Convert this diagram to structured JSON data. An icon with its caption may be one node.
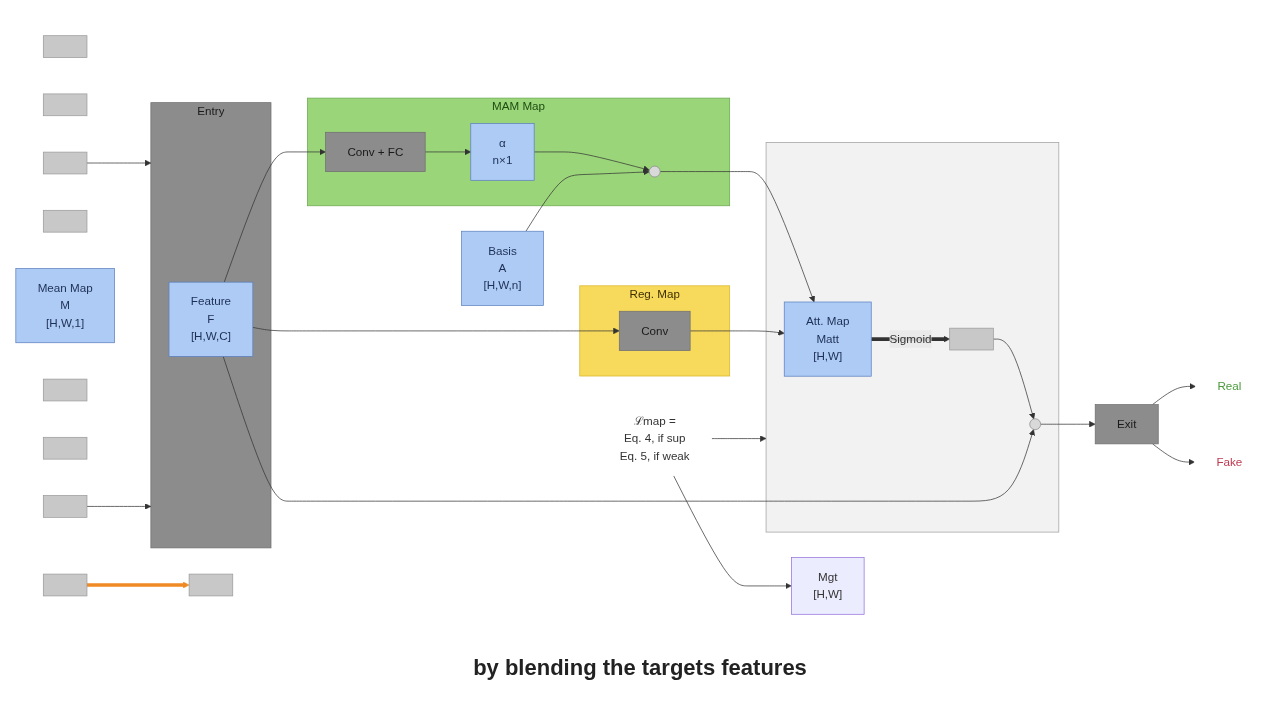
{
  "diagram": {
    "caption": "by blending the targets features",
    "nodes": [
      {
        "text": [],
        "shape": "box"
      },
      {
        "text": [],
        "shape": "box"
      },
      {
        "text": [],
        "shape": "box"
      },
      {
        "text": [],
        "shape": "box"
      },
      {
        "text": [],
        "shape": "box"
      },
      {
        "text": [
          "Mean Map",
          "M",
          "[H,W,1]"
        ]
      },
      {
        "text": [
          "Basis",
          "A",
          "[H,W,n]"
        ]
      },
      {
        "text": [],
        "shape": "box"
      },
      {
        "text": [],
        "shape": "box"
      },
      {
        "text": [
          "Mgt",
          "[H,W]"
        ]
      },
      {
        "text": [
          "ℒmap =",
          "Eq. 4, if sup",
          "Eq. 5, if weak"
        ]
      },
      {
        "text": [],
        "shape": "box"
      },
      {
        "text": [],
        "shape": "box"
      },
      {
        "text": [
          "Entry"
        ]
      },
      {
        "text": [
          "Feature",
          "F",
          "[H,W,C]"
        ],
        "in": 13
      },
      {
        "text": [
          "MAM Map"
        ]
      },
      {
        "text": [
          "Conv + FC"
        ],
        "in": 15
      },
      {
        "text": [
          "α",
          "n×1"
        ],
        "in": 15
      },
      {
        "text": [],
        "shape": "circle",
        "in": 15
      },
      {
        "text": [
          "Reg. Map"
        ]
      },
      {
        "text": [
          "Conv"
        ],
        "in": 19
      },
      {
        "text": [],
        "shape": "box"
      },
      {
        "text": [
          "Att. Map",
          "Matt",
          "[H,W]"
        ],
        "in": 21
      },
      {
        "text": [],
        "shape": "box",
        "in": 21
      },
      {
        "text": [],
        "shape": "circle",
        "in": 21
      },
      {
        "text": [
          "Exit"
        ]
      },
      {
        "text": [
          "Real"
        ]
      },
      {
        "text": [
          "Fake"
        ]
      }
    ],
    "edges": [
      {
        "from": 2,
        "to": 3,
        "arrow": "to",
        "style": "thick",
        "color": "#f08a24"
      },
      {
        "from": 10,
        "to": 9,
        "arrow": "to"
      },
      {
        "from": 10,
        "to": 21,
        "arrow": "to"
      },
      {
        "from": 11,
        "to": 13,
        "arrow": "to"
      },
      {
        "from": 12,
        "to": 13,
        "arrow": "to"
      },
      {
        "from": 14,
        "to": 16,
        "arrow": "to"
      },
      {
        "from": 14,
        "to": 20,
        "arrow": "to"
      },
      {
        "from": 16,
        "to": 17,
        "arrow": "to"
      },
      {
        "from": 17,
        "to": 18,
        "arrow": "to"
      },
      {
        "from": 6,
        "to": 18,
        "arrow": "to"
      },
      {
        "from": 18,
        "to": 22,
        "arrow": "to"
      },
      {
        "from": 20,
        "to": 22,
        "arrow": "to"
      },
      {
        "from": 22,
        "to": 23,
        "arrow": "to",
        "label": "Sigmoid",
        "style": "thick"
      },
      {
        "from": 23,
        "to": 24,
        "arrow": "to"
      },
      {
        "from": 14,
        "to": 24,
        "arrow": "to"
      },
      {
        "from": 24,
        "to": 25,
        "arrow": "to"
      },
      {
        "from": 25,
        "to": 26,
        "arrow": "to"
      },
      {
        "from": 25,
        "to": 27,
        "arrow": "to"
      }
    ]
  }
}
